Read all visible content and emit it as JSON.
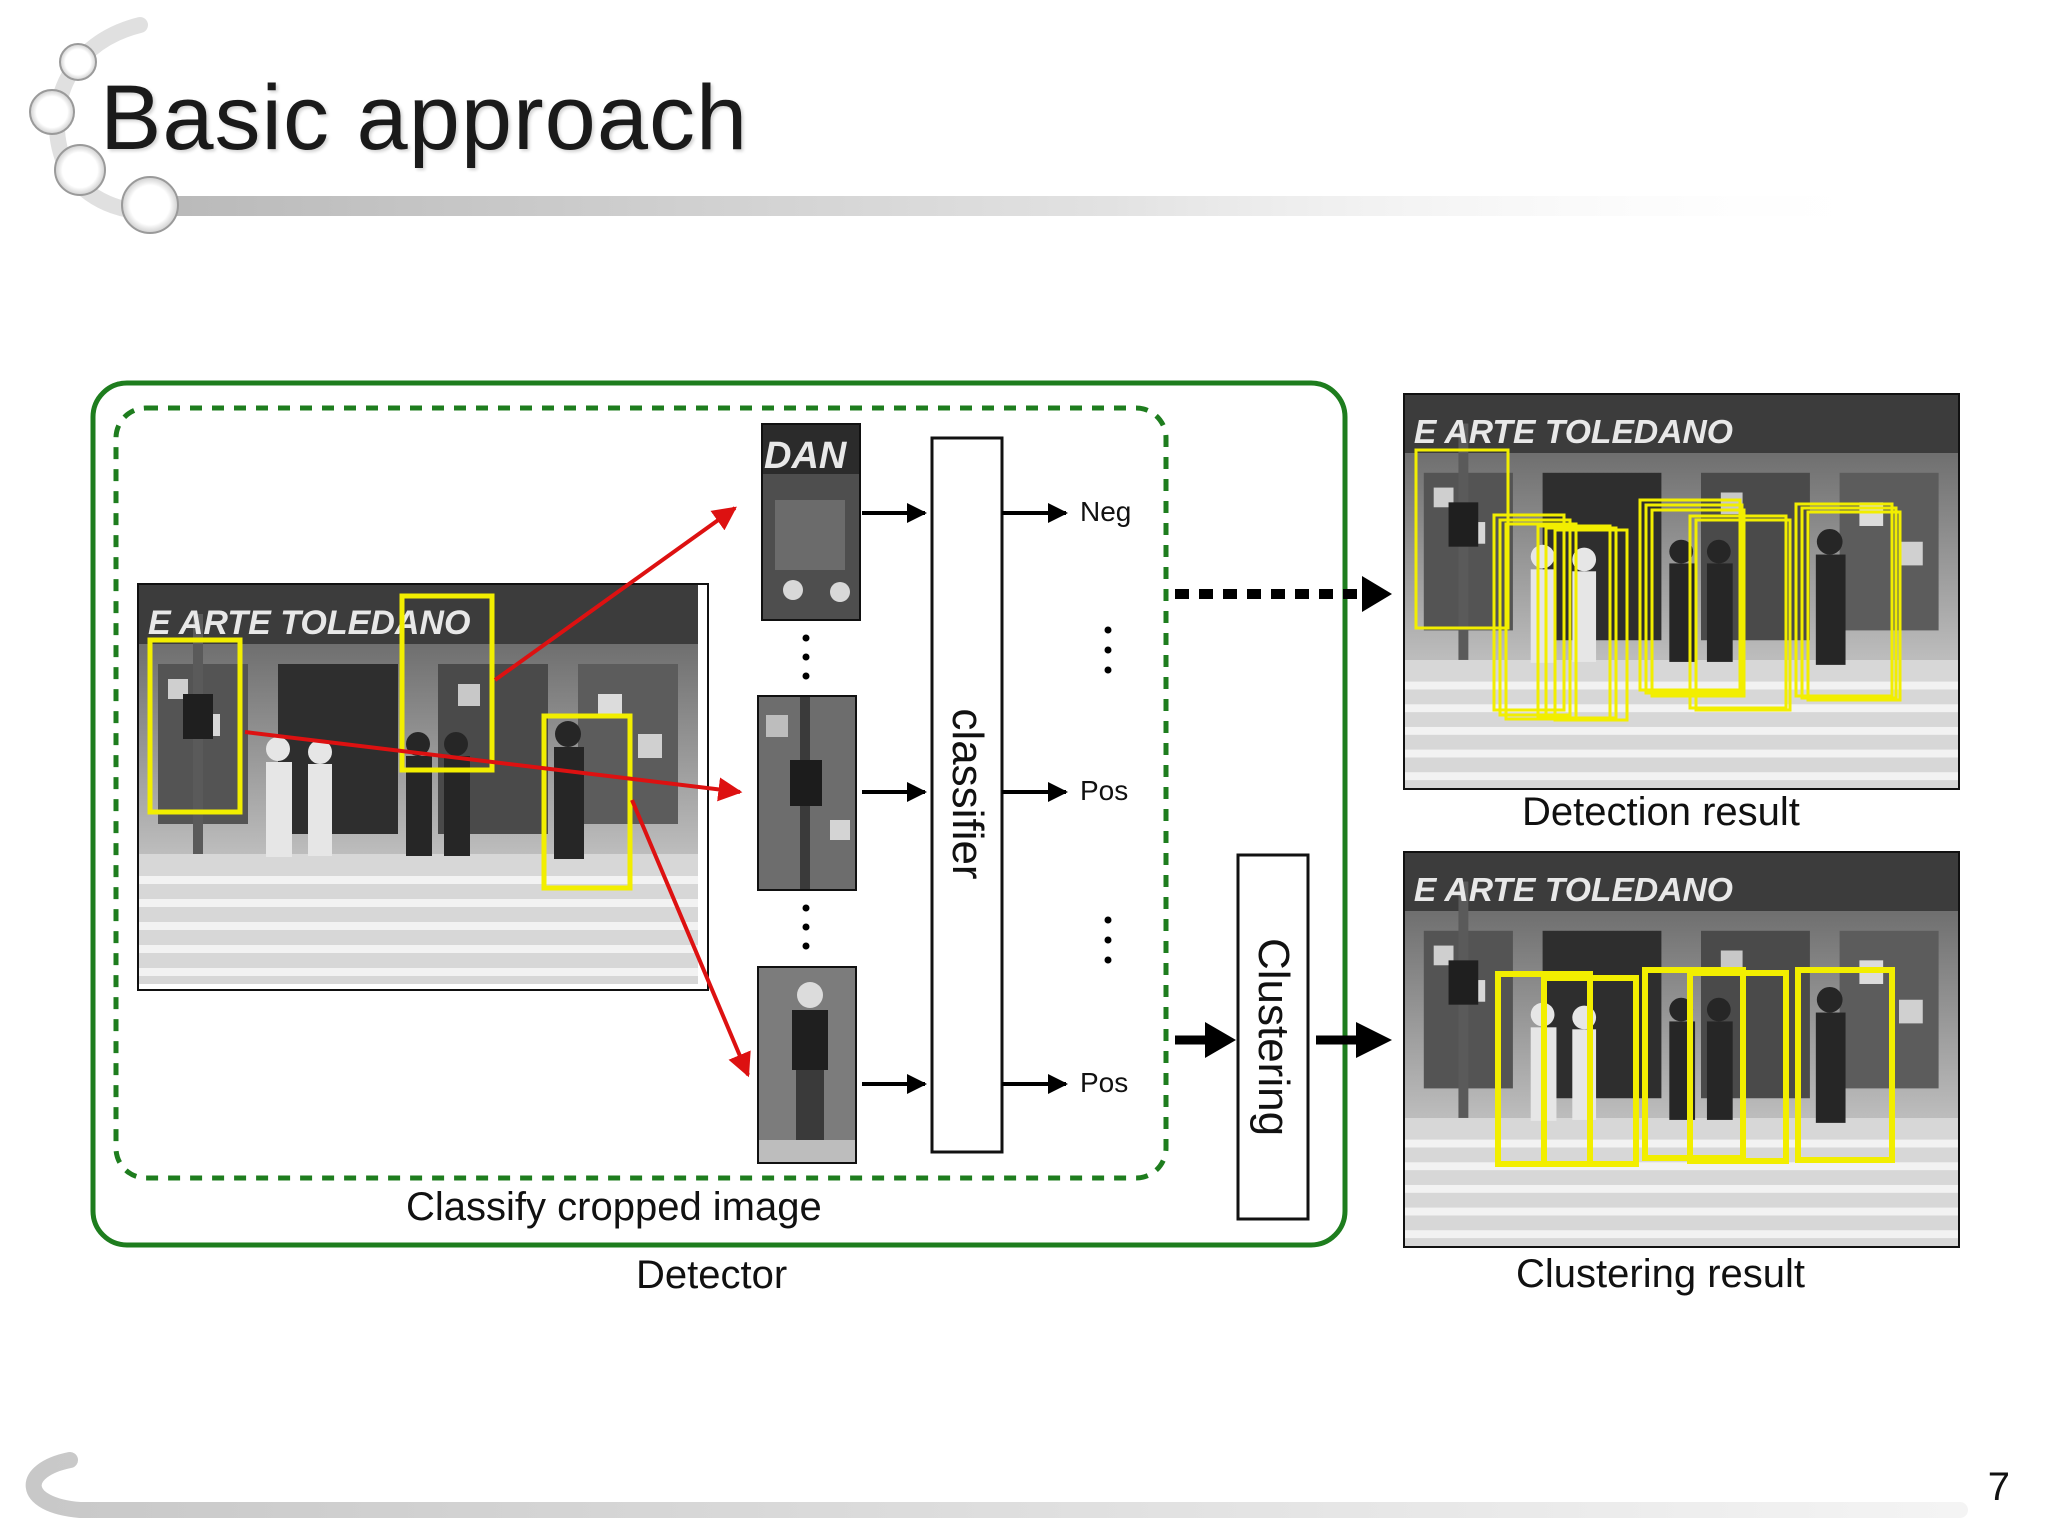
{
  "slide": {
    "title": "Basic approach",
    "page_number": "7"
  },
  "diagram": {
    "scene_text": "E ARTE TOLEDANO",
    "crop_text": "DAN",
    "outputs": [
      "Neg",
      "Pos",
      "Pos"
    ],
    "classifier_label": "classifier",
    "clustering_label": "Clustering",
    "classify_caption": "Classify cropped image",
    "detector_caption": "Detector",
    "detection_result_caption": "Detection result",
    "clustering_result_caption": "Clustering result"
  },
  "colors": {
    "detector_green": "#1e7d1e",
    "box_yellow": "#f2ee00",
    "arrow_red": "#dd1111",
    "arrow_black": "#000000"
  }
}
